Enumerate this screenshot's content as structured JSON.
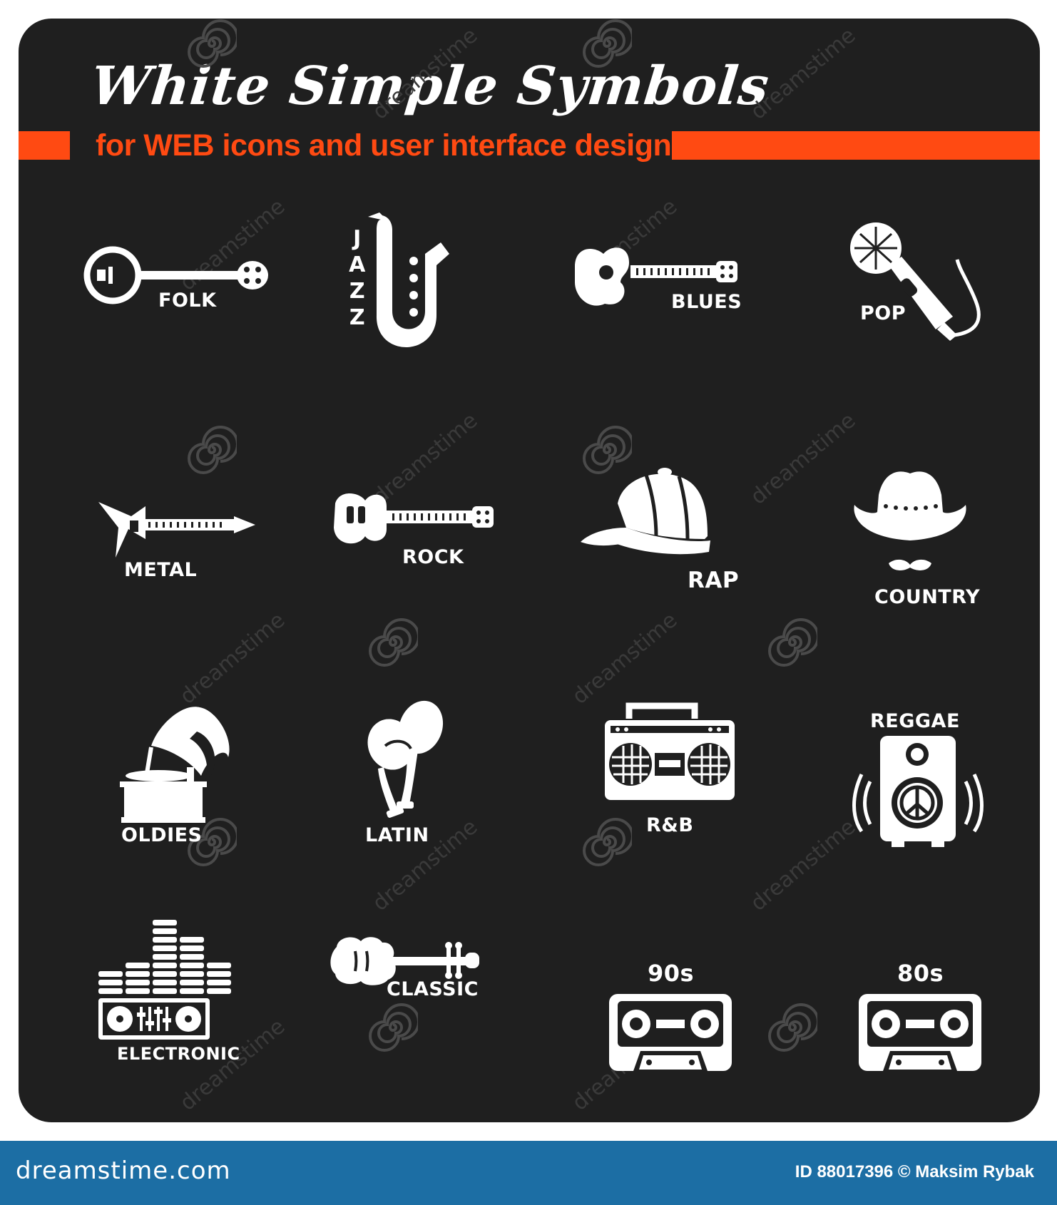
{
  "header": {
    "title": "White Simple Symbols",
    "subtitle": "for WEB icons and user interface design"
  },
  "colors": {
    "panel": "#1f1f1f",
    "accent": "#ff4a12",
    "icon": "#ffffff",
    "footer": "#1c6ea4"
  },
  "icons": [
    {
      "label": "FOLK",
      "icon": "banjo-icon"
    },
    {
      "label": "JAZZ",
      "icon": "saxophone-icon"
    },
    {
      "label": "BLUES",
      "icon": "acoustic-guitar-icon"
    },
    {
      "label": "POP",
      "icon": "microphone-icon"
    },
    {
      "label": "METAL",
      "icon": "metal-guitar-icon"
    },
    {
      "label": "ROCK",
      "icon": "electric-guitar-icon"
    },
    {
      "label": "RAP",
      "icon": "cap-icon"
    },
    {
      "label": "COUNTRY",
      "icon": "cowboy-hat-icon"
    },
    {
      "label": "OLDIES",
      "icon": "gramophone-icon"
    },
    {
      "label": "LATIN",
      "icon": "maracas-icon"
    },
    {
      "label": "R&B",
      "icon": "boombox-icon"
    },
    {
      "label": "REGGAE",
      "icon": "speaker-peace-icon"
    },
    {
      "label": "ELECTRONIC",
      "icon": "dj-equalizer-icon"
    },
    {
      "label": "CLASSIC",
      "icon": "violin-icon"
    },
    {
      "label": "90s",
      "icon": "cassette-icon"
    },
    {
      "label": "80s",
      "icon": "cassette-icon"
    }
  ],
  "watermark": {
    "text": "dreamstime"
  },
  "footer": {
    "brand": "dreamstime.com",
    "credit": "ID 88017396 © Maksim Rybak"
  }
}
